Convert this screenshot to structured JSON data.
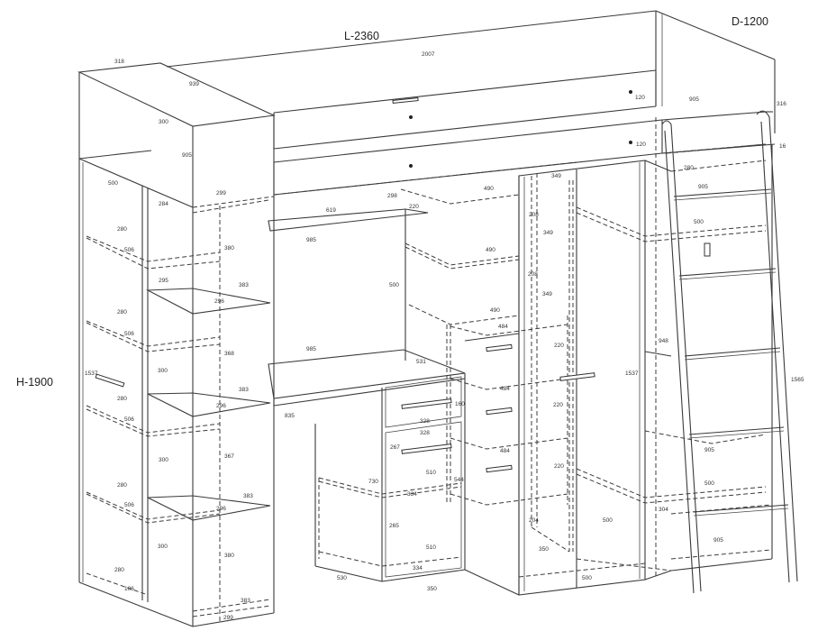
{
  "overall": {
    "length": "L-2360",
    "depth": "D-1200",
    "height": "H-1900"
  },
  "dimensions": {
    "top_2007": "2007",
    "d_318": "318",
    "d_939": "939",
    "d_905a": "905",
    "d_300a": "300",
    "d_120a": "120",
    "d_905b": "905",
    "d_316": "316",
    "d_120b": "120",
    "d_16": "16",
    "d_280a": "280",
    "d_905c": "905",
    "d_500a": "500",
    "d_500l": "500",
    "d_299a": "299",
    "d_284": "284",
    "d_280l1": "280",
    "d_506a": "506",
    "d_380a": "380",
    "d_295": "295",
    "d_383a": "383",
    "d_296a": "296",
    "d_280l2": "280",
    "d_506b": "506",
    "d_368": "368",
    "d_300b": "300",
    "d_1537a": "1537",
    "d_383b": "383",
    "d_280l3": "280",
    "d_296b": "296",
    "d_506c": "506",
    "d_300c": "300",
    "d_367": "367",
    "d_280l4": "280",
    "d_506d": "506",
    "d_383c": "383",
    "d_296c": "296",
    "d_300d": "300",
    "d_380b": "380",
    "d_280l5": "280",
    "d_106": "106",
    "d_383d": "383",
    "d_299b": "299",
    "d_298": "298",
    "d_220a": "220",
    "d_619": "619",
    "d_985a": "985",
    "d_500c": "500",
    "d_985b": "985",
    "d_531": "531",
    "d_835": "835",
    "d_160": "160",
    "d_328a": "328",
    "d_328b": "328",
    "d_267": "267",
    "d_510a": "510",
    "d_730": "730",
    "d_334a": "334",
    "d_544": "544",
    "d_265": "265",
    "d_510b": "510",
    "d_334b": "334",
    "d_530": "530",
    "d_350a": "350",
    "d_490a": "490",
    "d_349a": "349",
    "d_208a": "208",
    "d_490b": "490",
    "d_349b": "349",
    "d_208b": "208",
    "d_349c": "349",
    "d_490c": "490",
    "d_484a": "484",
    "d_220b": "220",
    "d_484b": "484",
    "d_220c": "220",
    "d_484c": "484",
    "d_220d": "220",
    "d_204": "204",
    "d_350b": "350",
    "d_1537b": "1537",
    "d_948": "948",
    "d_500w": "500",
    "d_304": "304",
    "d_500d": "500",
    "d_905d": "905",
    "d_500e": "500",
    "d_905e": "905",
    "d_1565": "1565"
  }
}
